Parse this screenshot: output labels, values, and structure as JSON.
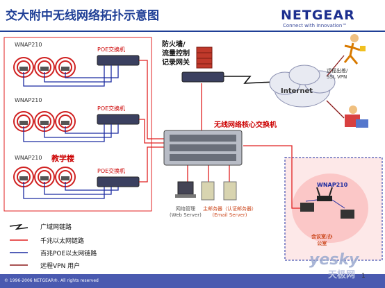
{
  "title": "交大附中无线网络拓扑示意图",
  "brand": {
    "name": "NETGEAR",
    "tagline": "Connect with Innovation™"
  },
  "ap_groups": [
    {
      "model": "WNAP210",
      "switch_label": "POE交换机",
      "area_label": ""
    },
    {
      "model": "WNAP210",
      "switch_label": "POE交换机",
      "area_label": ""
    },
    {
      "model": "WNAP210",
      "switch_label": "POE交换机",
      "area_label": "教学楼"
    }
  ],
  "firewall_label": "防火墙/\n流量控制\n记录网关",
  "core_switch_label": "无线网络核心交换机",
  "internet_label": "Internet",
  "remote_office_label": "远程出差/\nSSL VPN",
  "servers": {
    "mgmt_label": "网络管理\n(Web Server)",
    "mail_label": "主邮务器（认证邮务器）\n(Email Server)"
  },
  "meeting_room": {
    "ap_model": "WNAP210",
    "room_label": "会议室/办\n公室"
  },
  "legend": [
    {
      "label": "广域网链路",
      "color": "#111111",
      "style": "zigzag"
    },
    {
      "label": "千兆以太网链路",
      "color": "#e02020",
      "style": "line"
    },
    {
      "label": "百兆POE以太网链路",
      "color": "#1a2aa0",
      "style": "line"
    },
    {
      "label": "远程VPN 用户",
      "color": "#8b1a1a",
      "style": "line"
    }
  ],
  "footer": "© 1996-2006 NETGEAR®. All rights reserved",
  "page_number": "1",
  "watermark": {
    "main": "yesky",
    "sub": "天极网"
  },
  "colors": {
    "title": "#1f3f96",
    "gigabit": "#e02020",
    "poe": "#1a2aa0",
    "vpn": "#8b1a1a"
  }
}
